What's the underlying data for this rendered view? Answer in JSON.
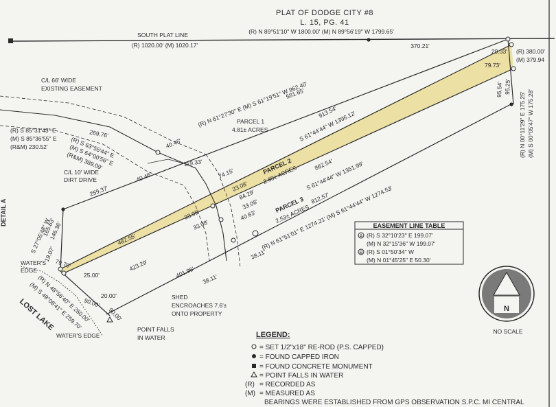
{
  "title": {
    "line1": "PLAT OF DODGE CITY #8",
    "line2": "L. 15, PG. 41",
    "line3": "(R) N 89°51'10\" W 1800.00' (M) N 89°56'19\" W 1799.65'"
  },
  "south_plat_line": {
    "label": "SOUTH PLAT LINE",
    "dist": "(R) 1020.00' (M) 1020.17'",
    "dist_east": "370.21'"
  },
  "easement": {
    "label1": "C/L 66' WIDE",
    "label2": "EXISTING EASEMENT",
    "r_bearing": "(R) S 85°31'43\" E",
    "m_bearing": "(M) S 85°36'55\" E",
    "rm_dist": "(R&M) 230.52'",
    "seg_a": "269.76'",
    "r2": "(R) S 63°55'44\" E",
    "m2": "(M) S 64°00'56\" E",
    "rm2": "(R&M) 389.09'",
    "seg_b": "40.46'",
    "seg_c": "40.46'",
    "seg_d": "119.33'"
  },
  "dirt_drive": {
    "line1": "C/L 10' WIDE",
    "line2": "DIRT DRIVE"
  },
  "parcel1": {
    "name": "PARCEL 1",
    "area": "4.81± ACRES",
    "north_bearing": "(R) N 61°27'30\" E (M) S 61°19'51\" W 962.40'",
    "seg_581": "581.65'",
    "seg_259": "259.37'",
    "seg_913": "913.54'",
    "south_bearing": "S 61°44'44\" W 1396.12'"
  },
  "parcel2": {
    "name": "PARCEL 2",
    "area": "2.68± ACRES",
    "d1": "74.15'",
    "d2": "33.08'",
    "d3": "84.29'",
    "d4": "33.08'",
    "d5": "862.54'",
    "d6": "482.55'",
    "d7": "33.05'",
    "d8": "33.08'",
    "bearing": "S 61°44'44\" W 1351.99'"
  },
  "parcel3": {
    "name": "PARCEL 3",
    "area": "2.53± ACRES",
    "d1": "812.57'",
    "d2": "40.63'",
    "d3": "423.29'",
    "d4": "401.96'",
    "d5": "38.11'",
    "d6": "38.11'",
    "bearing": "(R) N 61°51'01\" E 1274.21' (M) S 61°44'44\" W 1274.53'"
  },
  "east_line": {
    "r_dist": "(R) 380.00'",
    "m_dist": "(M) 379.94",
    "d1": "29.33'",
    "d2": "79.73'",
    "d3": "95.25'",
    "d4": "95.54'",
    "r_bearing": "(R) N 00°11'29\" E 175.25'",
    "m_bearing": "(M) S 00°05'47\" W 175.28'"
  },
  "west_line": {
    "detail": "DETAIL A",
    "bearing": "S 27°05'48\" W",
    "d1": "165.63'",
    "d2": "146.36'",
    "d3": "19.07'",
    "d4": "79.70'",
    "d5": "25.00'",
    "d6": "90.00'",
    "d7": "20.00'",
    "d8": "90.00'",
    "lake_r": "(R) N 48°56'40\" E 260.00'",
    "lake_m": "(M) S 49°08'41\" E 259.70'",
    "waters_edge_1": "WATER'S",
    "waters_edge_2": "EDGE",
    "waters_edge_3": "WATER'S EDGE",
    "lake": "LOST LAKE"
  },
  "shed": {
    "line1": "SHED",
    "line2": "ENCROACHES 7.6'±",
    "line3": "ONTO PROPERTY"
  },
  "point_falls": {
    "line1": "POINT FALLS",
    "line2": "IN WATER"
  },
  "easement_table": {
    "title": "EASEMENT LINE TABLE",
    "rows": [
      {
        "marker": "A",
        "r": "(R) S 32°10'23\" E  199.07'",
        "m": "(M) N 32°15'36\" W  199.07'"
      },
      {
        "marker": "B",
        "r": "(R) S 01°50'34\" W",
        "m": "(M) N 01°45'25\" E  50.30'"
      }
    ]
  },
  "north_arrow": {
    "letter": "N",
    "scale": "NO SCALE"
  },
  "legend": {
    "title": "LEGEND:",
    "items": [
      "= SET 1/2\"x18\" RE-ROD (P.S. CAPPED)",
      "= FOUND CAPPED IRON",
      "= FOUND CONCRETE MONUMENT",
      "= POINT FALLS IN WATER"
    ],
    "r_code": "(R)",
    "r_def": "= RECORDED AS",
    "m_code": "(M)",
    "m_def": "= MEASURED AS",
    "note": "BEARINGS WERE ESTABLISHED FROM GPS OBSERVATION S.P.C. MI CENTRAL"
  },
  "colors": {
    "parcel_fill": "#ece0a4",
    "line": "#2a2a2a",
    "paper": "#f4f4f1",
    "arrow_disc": "#7a7a7a"
  }
}
